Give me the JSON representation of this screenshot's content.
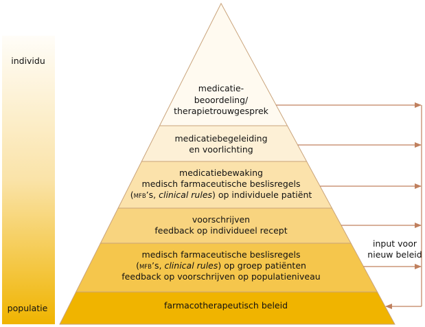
{
  "scale": {
    "top_label": "individu",
    "bottom_label": "populatie"
  },
  "layers": [
    {
      "lines": [
        "medicatie-",
        "beoordeling/",
        "therapietrouwgesprek"
      ],
      "color": "#fffaf0"
    },
    {
      "lines": [
        "medicatiebegeleiding",
        "en voorlichting"
      ],
      "color": "#fdf0d6"
    },
    {
      "lines": [
        "medicatiebewaking",
        "medisch farmaceutische beslisregels"
      ],
      "rich_line": {
        "sc": "MFB",
        "a": "’s, ",
        "it": "clinical rules",
        "b": ") op individuele patiënt",
        "open": "("
      },
      "color": "#fbe2ab"
    },
    {
      "lines": [
        "voorschrijven",
        "feedback op individueel recept"
      ],
      "color": "#f8d47f"
    },
    {
      "lines": [
        "medisch farmaceutische beslisregels",
        "feedback op voorschrijven op populatieniveau"
      ],
      "rich_line": {
        "open": "(",
        "sc": "MFB",
        "a": "’s, ",
        "it": "clinical rules",
        "b": ") op groep patiënten"
      },
      "color": "#f5c64c"
    },
    {
      "lines": [
        "farmacotherapeutisch beleid"
      ],
      "color": "#f0b400"
    }
  ],
  "feedback_label": [
    "input voor",
    "nieuw beleid"
  ],
  "colors": {
    "border": "#c9a37a",
    "arrow": "#c0805e"
  }
}
